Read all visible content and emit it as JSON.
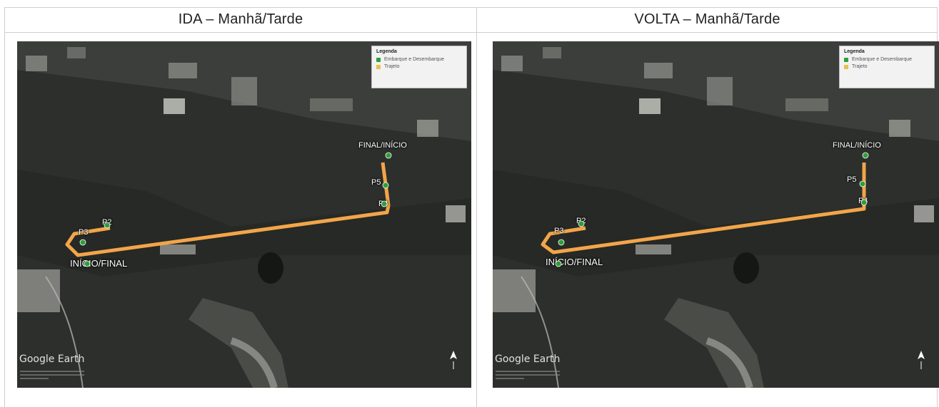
{
  "headers": {
    "ida": "IDA – Manhã/Tarde",
    "volta": "VOLTA – Manhã/Tarde"
  },
  "maps": {
    "ida": {
      "legend": {
        "title": "Legenda",
        "stops": "Embarque e Desembarque",
        "route": "Trajeto"
      },
      "brand": "Google Earth",
      "labels": {
        "start_end": "INÍCIO/FINAL",
        "end_start": "FINAL/INÍCIO",
        "p2": "P2",
        "p3": "P3",
        "p4": "P4",
        "p5": "P5"
      }
    },
    "volta": {
      "legend": {
        "title": "Legenda",
        "stops": "Embarque e Desembarque",
        "route": "Trajeto"
      },
      "brand": "Google Earth",
      "labels": {
        "start_end": "INÍCIO/FINAL",
        "end_start": "FINAL/INÍCIO",
        "p2": "P2",
        "p3": "P3",
        "p4": "P4",
        "p5": "P5"
      }
    }
  },
  "colors": {
    "route": "#f2a54a",
    "stop_marker": "#2f9e3a",
    "terrain": "#2c2f2c"
  },
  "icons": {
    "stop": "bus-stop-marker-icon",
    "north": "north-arrow-icon"
  }
}
